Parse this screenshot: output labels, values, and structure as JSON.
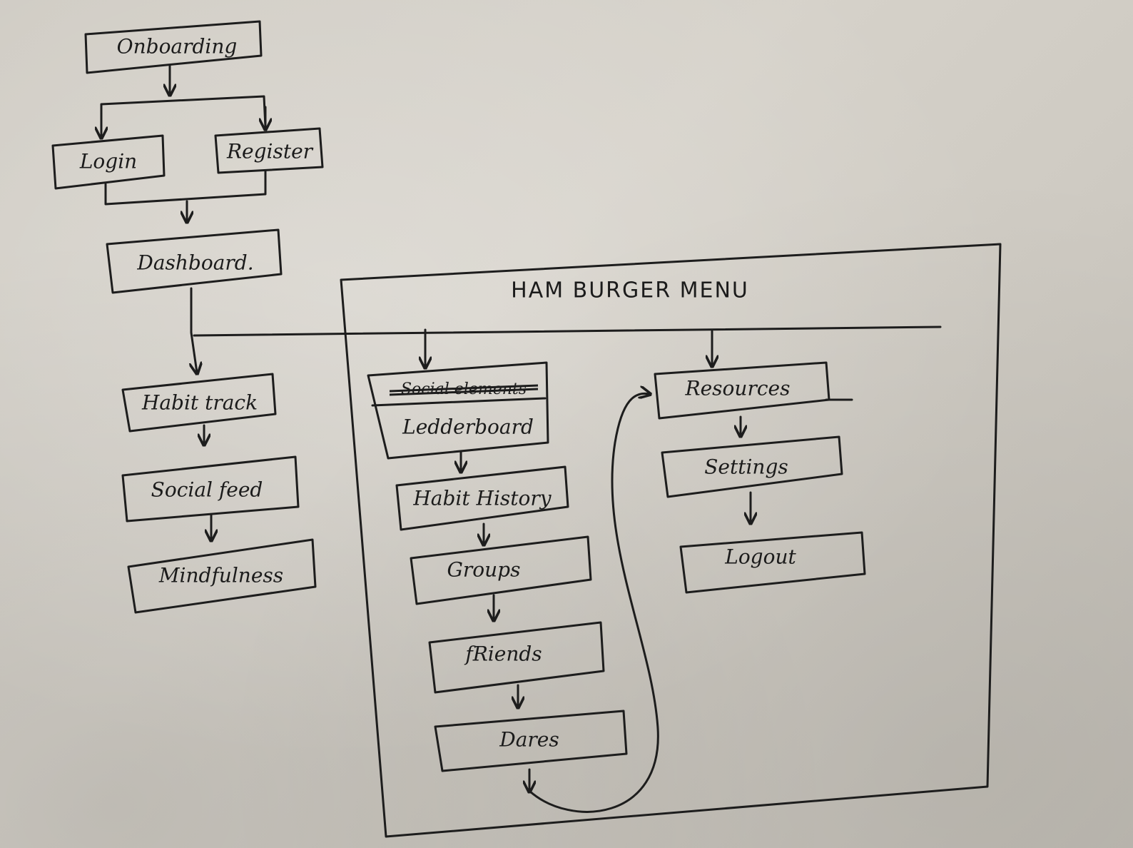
{
  "nodes": {
    "onboarding": "Onboarding",
    "login": "Login",
    "register": "Register",
    "dashboard": "Dashboard.",
    "habit_track": "Habit track",
    "social_feed": "Social feed",
    "mindfulness": "Mindfulness",
    "social_elements_struck": "Social elements",
    "leaderboard": "Ledderboard",
    "habit_history": "Habit History",
    "groups": "Groups",
    "friends": "fRiends",
    "dares": "Dares",
    "resources": "Resources",
    "settings": "Settings",
    "logout": "Logout"
  },
  "hamburger_menu": {
    "title": "HAM BURGER MENU"
  }
}
